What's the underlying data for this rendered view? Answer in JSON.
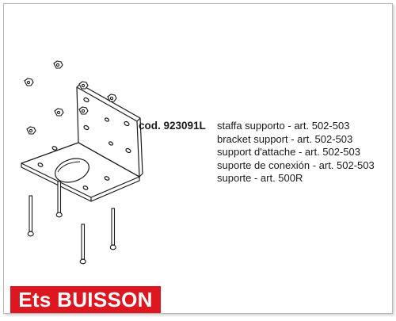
{
  "product": {
    "code_label": "cod. 923091L",
    "descriptions": [
      "staffa supporto - art. 502-503",
      "bracket support - art. 502-503",
      "support d'attache - art. 502-503",
      "suporte de conexión - art. 502-503",
      "suporte - art. 500R"
    ]
  },
  "brand": {
    "name": "Ets BUISSON",
    "color": "#dd1620",
    "text_color": "#ffffff"
  },
  "illustration": {
    "subject": "bracket-with-screws-and-nuts",
    "line_color": "#1a1a1a"
  }
}
